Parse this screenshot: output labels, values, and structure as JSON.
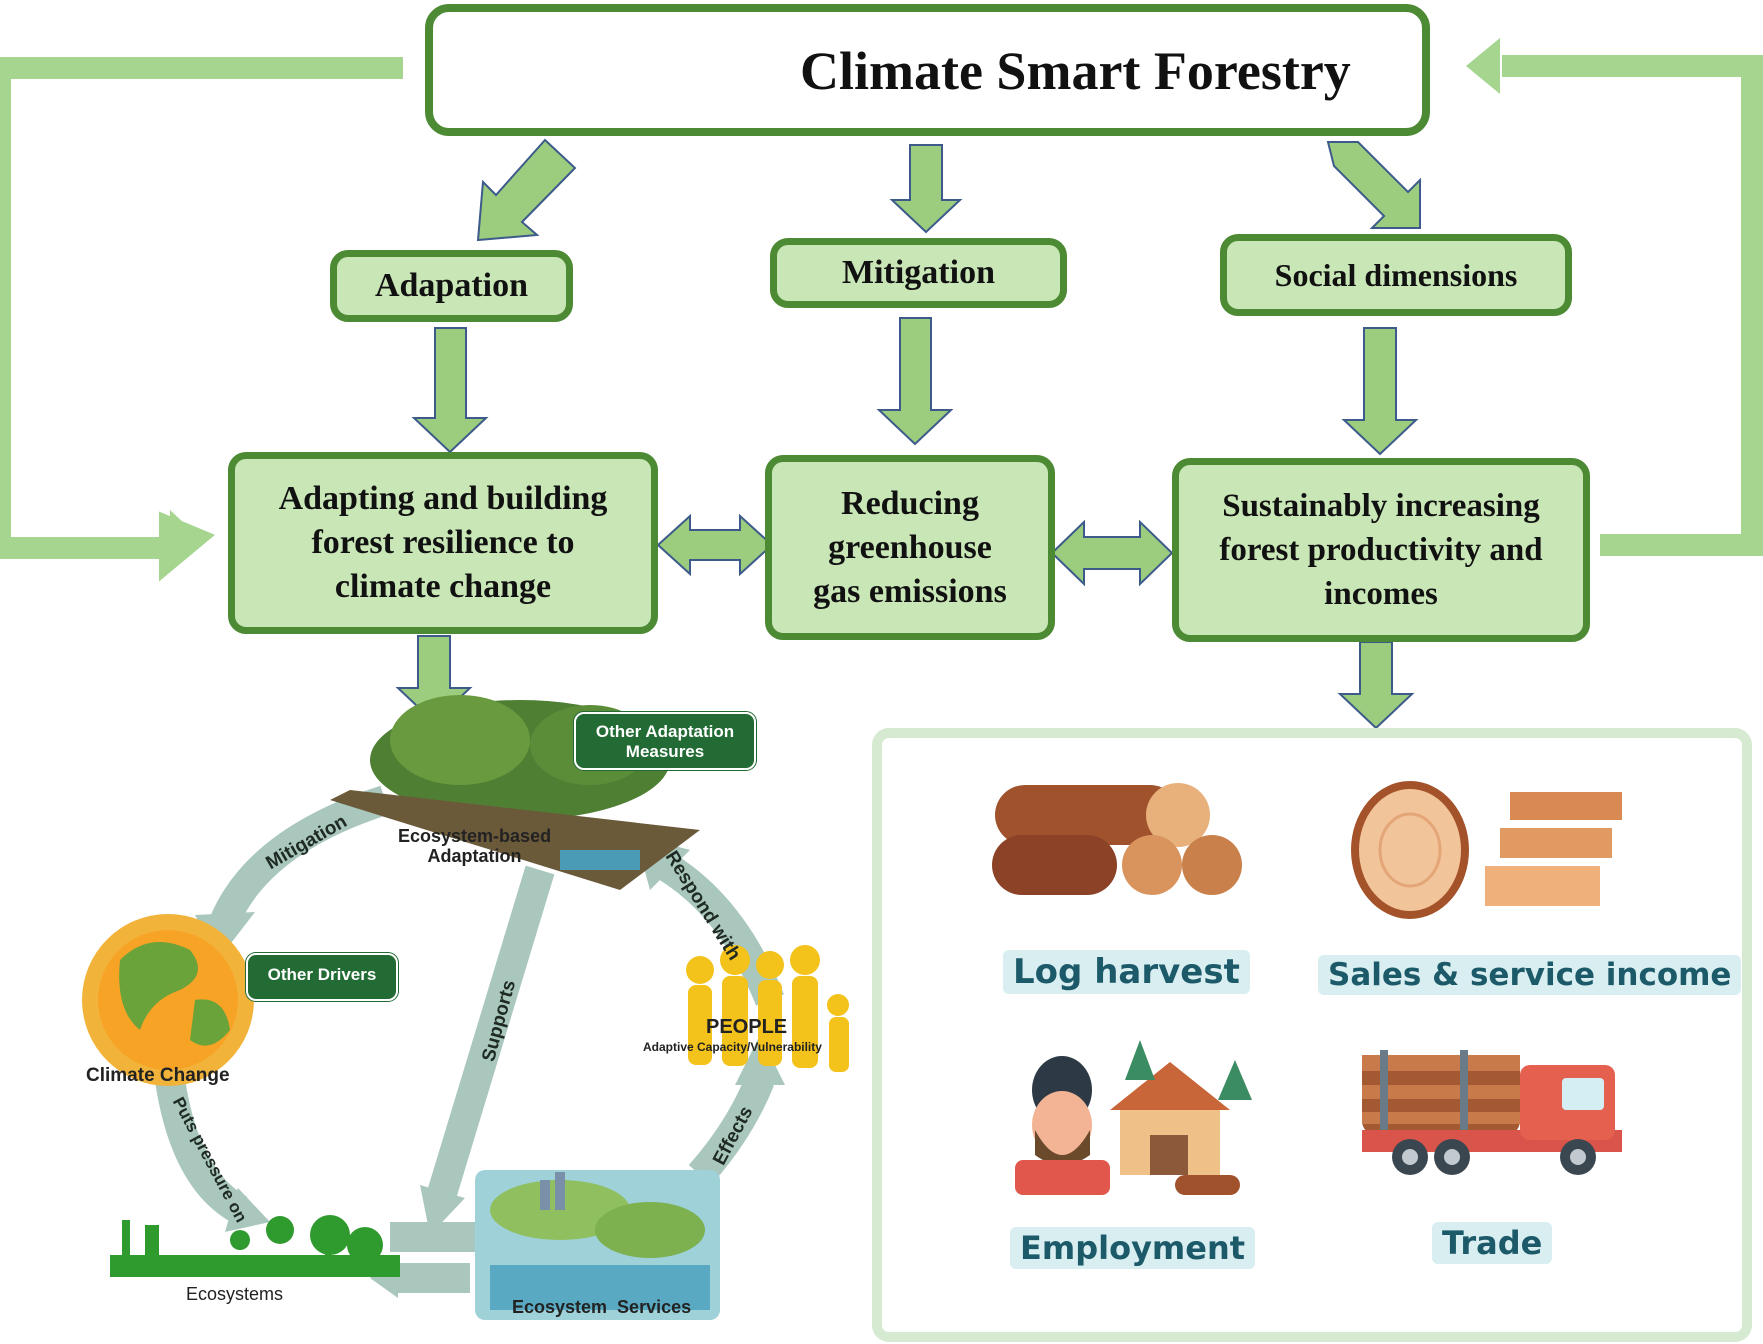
{
  "header": {
    "title": "Climate Smart Forestry"
  },
  "pillars": {
    "adaptation": "Adapation",
    "mitigation": "Mitigation",
    "social": "Social dimensions"
  },
  "outcomes": {
    "adaptation_lines": [
      "Adapting and building",
      "forest resilience to",
      "climate change"
    ],
    "mitigation_lines": [
      "Reducing",
      "greenhouse",
      "gas emissions"
    ],
    "social_lines": [
      "Sustainably increasing",
      "forest productivity and",
      "incomes"
    ]
  },
  "ecosystem_diagram": {
    "other_adaptation": [
      "Other Adaptation",
      "Measures"
    ],
    "eba": [
      "Ecosystem-based",
      "Adaptation"
    ],
    "mitigation": "Mitigation",
    "respond_with": "Respond with",
    "other_drivers": "Other Drivers",
    "climate_change": "Climate Change",
    "supports": "Supports",
    "people": "PEOPLE",
    "people_sub": "Adaptive Capacity/Vulnerability",
    "puts_pressure": "Puts pressure on",
    "effects": "Effects",
    "ecosystems": "Ecosystems",
    "ecosystem_services": "Ecosystem  Services"
  },
  "benefits": {
    "log_harvest": "Log harvest",
    "sales_income": "Sales & service income",
    "employment": "Employment",
    "trade": "Trade"
  },
  "colors": {
    "box_fill": "#c9e6b6",
    "box_border": "#4d8a34",
    "arrow_fill": "#9ccc7e",
    "arrow_stroke": "#3d5b8a",
    "loop_arrow": "#a5d58f",
    "eco_arrow": "#a9c7bd",
    "label_bg": "#d9eef1",
    "label_text": "#1c5a6a"
  }
}
